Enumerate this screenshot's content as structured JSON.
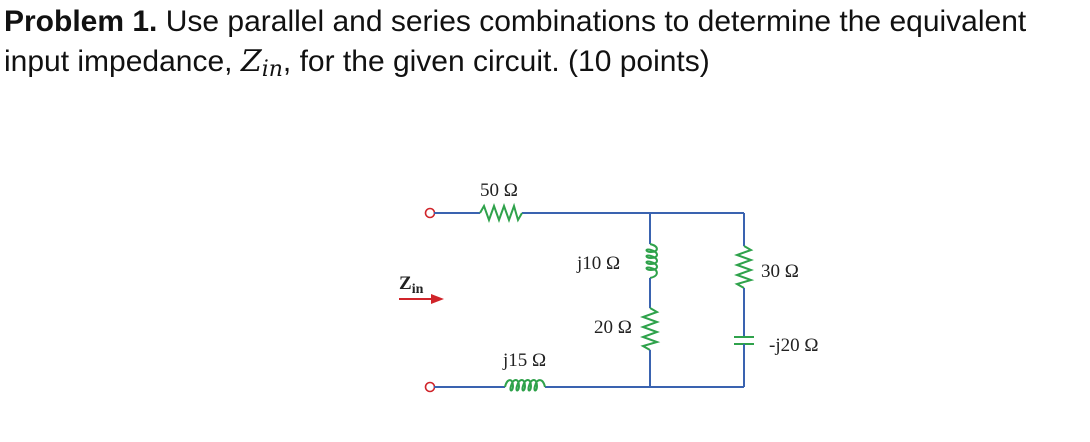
{
  "problem": {
    "label": "Problem 1.",
    "text_before": " Use parallel and series combinations to determine the equivalent input impedance, ",
    "symbol_main": "Z",
    "symbol_sub": "in",
    "text_after": ", for the given circuit. (10 points)"
  },
  "circuit": {
    "input_label_main": "Z",
    "input_label_sub": "in",
    "components": {
      "r_series": "50 Ω",
      "l_series": "j15 Ω",
      "l_branch": "j10 Ω",
      "r_branch": "20 Ω",
      "r_right": "30 Ω",
      "c_right": "-j20 Ω"
    },
    "colors": {
      "wire": "#3a63b0",
      "component": "#2fa24b",
      "arrow": "#d0242a"
    }
  }
}
